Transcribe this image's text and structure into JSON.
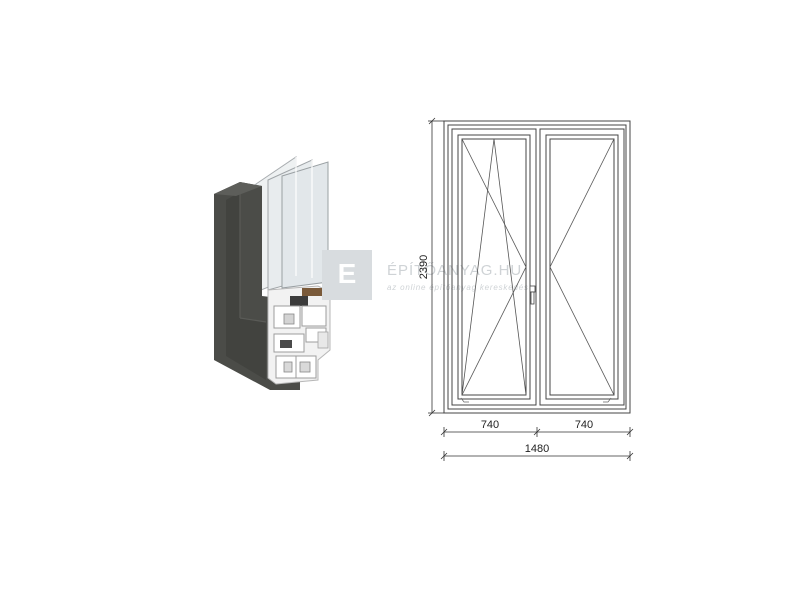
{
  "watermark": {
    "logo_letter": "E",
    "brand": "ÉPÍTŐANYAG.HU",
    "tagline": "az online építőanyag kereskedés"
  },
  "drawing": {
    "height_label": "2390",
    "left_width_label": "740",
    "right_width_label": "740",
    "total_width_label": "1480"
  },
  "colors": {
    "profile_dark": "#4b4c48",
    "pvc_white": "#f1f1f1",
    "glass": "#e6eaec",
    "line": "#444444",
    "watermark": "#cfd3d6"
  }
}
